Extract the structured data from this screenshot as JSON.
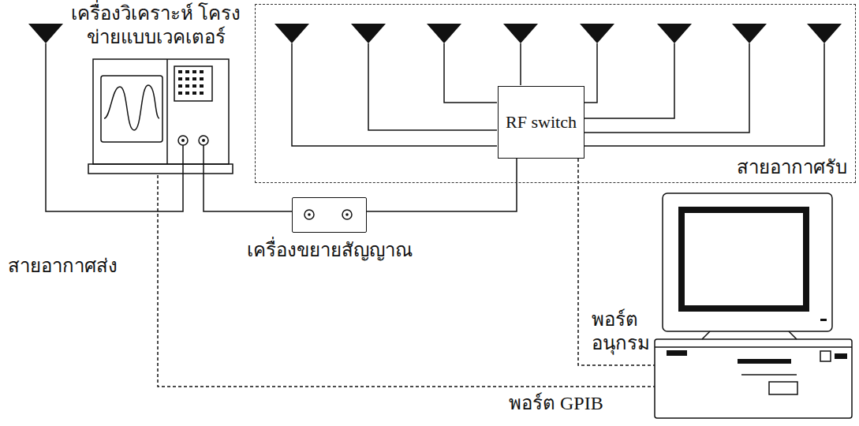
{
  "diagram": {
    "nodes": [
      {
        "text": [
          "สายอากาศรับ"
        ]
      },
      {
        "text": [
          "RF switch"
        ],
        "in": 0
      },
      {
        "text": [
          "เครื่องวิเคราะห์ โครงข่ายแบบเวคเตอร์"
        ]
      },
      {
        "text": [
          "เครื่องขยายสัญญาณ"
        ]
      },
      {
        "text": [
          "พอร์ต อนุกรม",
          "พอร์ต GPIB"
        ]
      }
    ],
    "edges": [
      {
        "from": 2,
        "to": 3,
        "arrow": "none"
      },
      {
        "from": 3,
        "to": 1,
        "arrow": "none"
      },
      {
        "from": 2,
        "to": 4,
        "arrow": "none"
      },
      {
        "from": 1,
        "to": 4,
        "arrow": "none"
      }
    ],
    "labels": [
      "สายอากาศส่ง"
    ]
  }
}
